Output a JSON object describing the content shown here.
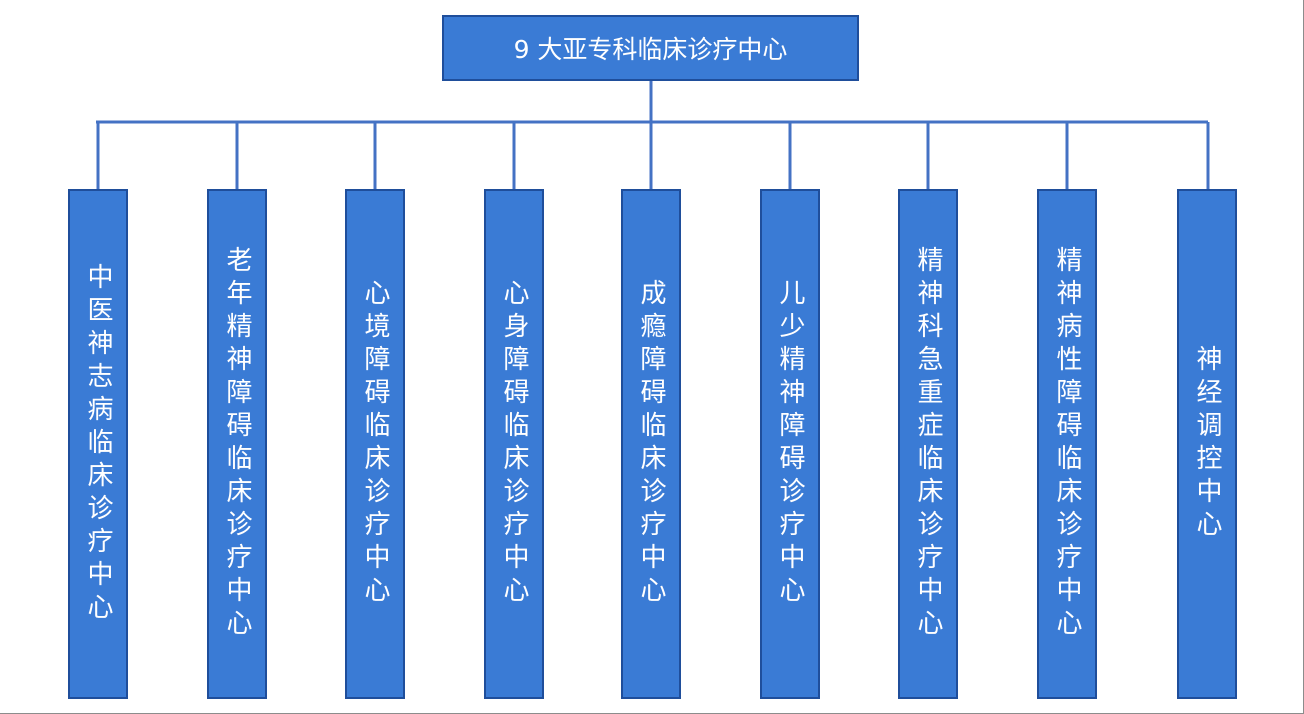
{
  "root": {
    "label": "9 大亚专科临床诊疗中心"
  },
  "children": [
    {
      "label": "中医神志病临床诊疗中心"
    },
    {
      "label": "老年精神障碍临床诊疗中心"
    },
    {
      "label": "心境障碍临床诊疗中心"
    },
    {
      "label": "心身障碍临床诊疗中心"
    },
    {
      "label": "成瘾障碍临床诊疗中心"
    },
    {
      "label": "儿少精神障碍诊疗中心"
    },
    {
      "label": "精神科急重症临床诊疗中心"
    },
    {
      "label": "精神病性障碍临床诊疗中心"
    },
    {
      "label": "神经调控中心"
    }
  ],
  "colors": {
    "box_fill": "#3a7bd5",
    "box_border": "#1f4e9b",
    "connector": "#4472c4",
    "text": "#ffffff"
  }
}
